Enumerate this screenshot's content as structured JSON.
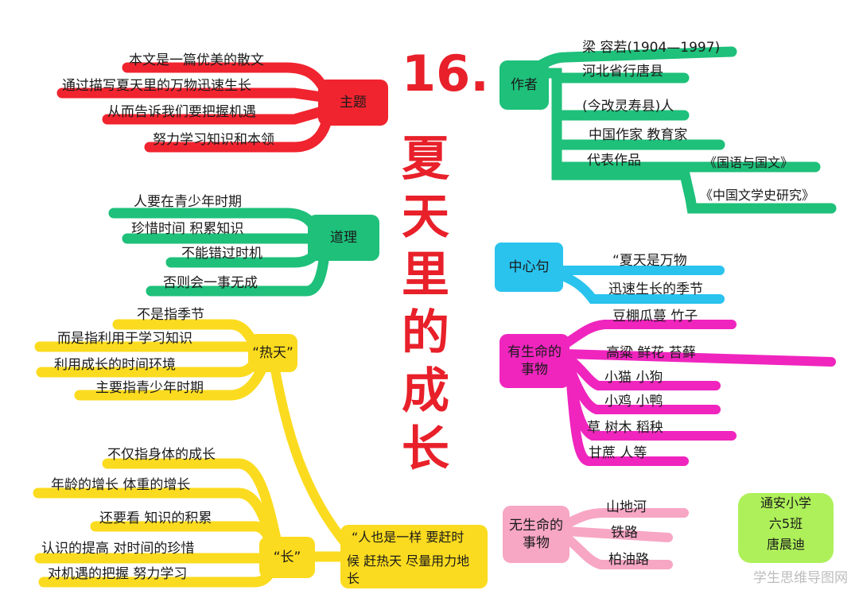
{
  "title": {
    "number": "16.",
    "chars": [
      "夏",
      "天",
      "里",
      "的",
      "成",
      "长"
    ]
  },
  "topic": {
    "label": "主题",
    "items": [
      "本文是一篇优美的散文",
      "通过描写夏天里的万物迅速生长",
      "从而告诉我们要把握机遇",
      "努力学习知识和本领"
    ]
  },
  "reason": {
    "label": "道理",
    "items": [
      "人要在青少年时期",
      "珍惜时间   积累知识",
      "不能错过时机",
      "否则会一事无成"
    ]
  },
  "hot": {
    "label": "“热天”",
    "items": [
      "不是指季节",
      "而是指利用于学习知识",
      "利用成长的时间环境",
      "主要指青少年时期"
    ]
  },
  "grow": {
    "label": "“长”",
    "items": [
      "不仅指身体的成长",
      "年龄的增长     体重的增长",
      "还要看 知识的积累",
      "认识的提高     对时间的珍惜",
      "对机遇的把握     努力学习"
    ]
  },
  "quote": {
    "line1": "“人也是一样  要赶时",
    "line2": "候   赶热天  尽量用力地",
    "line3": "长"
  },
  "author": {
    "label": "作者",
    "items": [
      "梁 容若(1904—1997)",
      "河北省行唐县",
      "(今改灵寿县)人",
      "中国作家     教育家",
      "代表作品",
      "《国语与国文》",
      "《中国文学史研究》"
    ]
  },
  "center": {
    "label": "中心句",
    "items": [
      "“夏天是万物",
      "迅速生长的季节"
    ]
  },
  "living": {
    "label": "有生命的事物",
    "items": [
      "豆棚瓜蔓    竹子",
      "高粱  鲜花  苔藓",
      "小猫   小狗",
      "小鸡   小鸭",
      "草    树木   稻秧",
      "甘蔗    人等"
    ]
  },
  "nonliving": {
    "label": "无生命的事物",
    "items": [
      "山地河",
      "铁路",
      "柏油路"
    ]
  },
  "school": {
    "line1": "通安小学",
    "line2": "六5班",
    "line3": "唐晨迪"
  },
  "watermark": "学生思维导图网",
  "colors": {
    "red": "#f0242f",
    "green": "#1ec07a",
    "yellow": "#fbdb1f",
    "blue": "#29c3ee",
    "magenta": "#ef25be",
    "pink": "#f7a6c4",
    "lime": "#aef05a",
    "title": "#e8202a"
  }
}
